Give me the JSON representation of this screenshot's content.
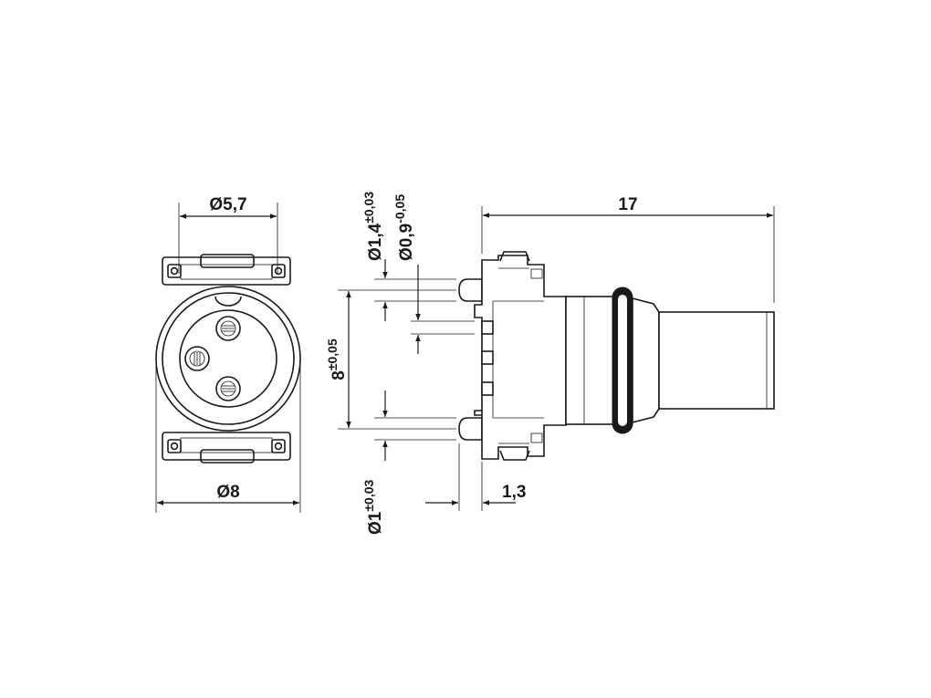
{
  "dimensions": {
    "front_outer_dia": "Ø5,7",
    "front_body_dia": "Ø8",
    "length": "17",
    "pin_offset": "1,3",
    "pin_spacing": {
      "value": "8",
      "tol": "±0,05"
    },
    "hole_large": {
      "value": "Ø1,4",
      "tol": "±0,03"
    },
    "hole_small": {
      "value": "Ø0,9",
      "tol": "-0,05"
    },
    "hole_pin": {
      "value": "Ø1",
      "tol": "±0,03"
    }
  },
  "colors": {
    "line": "#1a1a1a",
    "background": "#ffffff",
    "oring": "#1a1a1a"
  }
}
